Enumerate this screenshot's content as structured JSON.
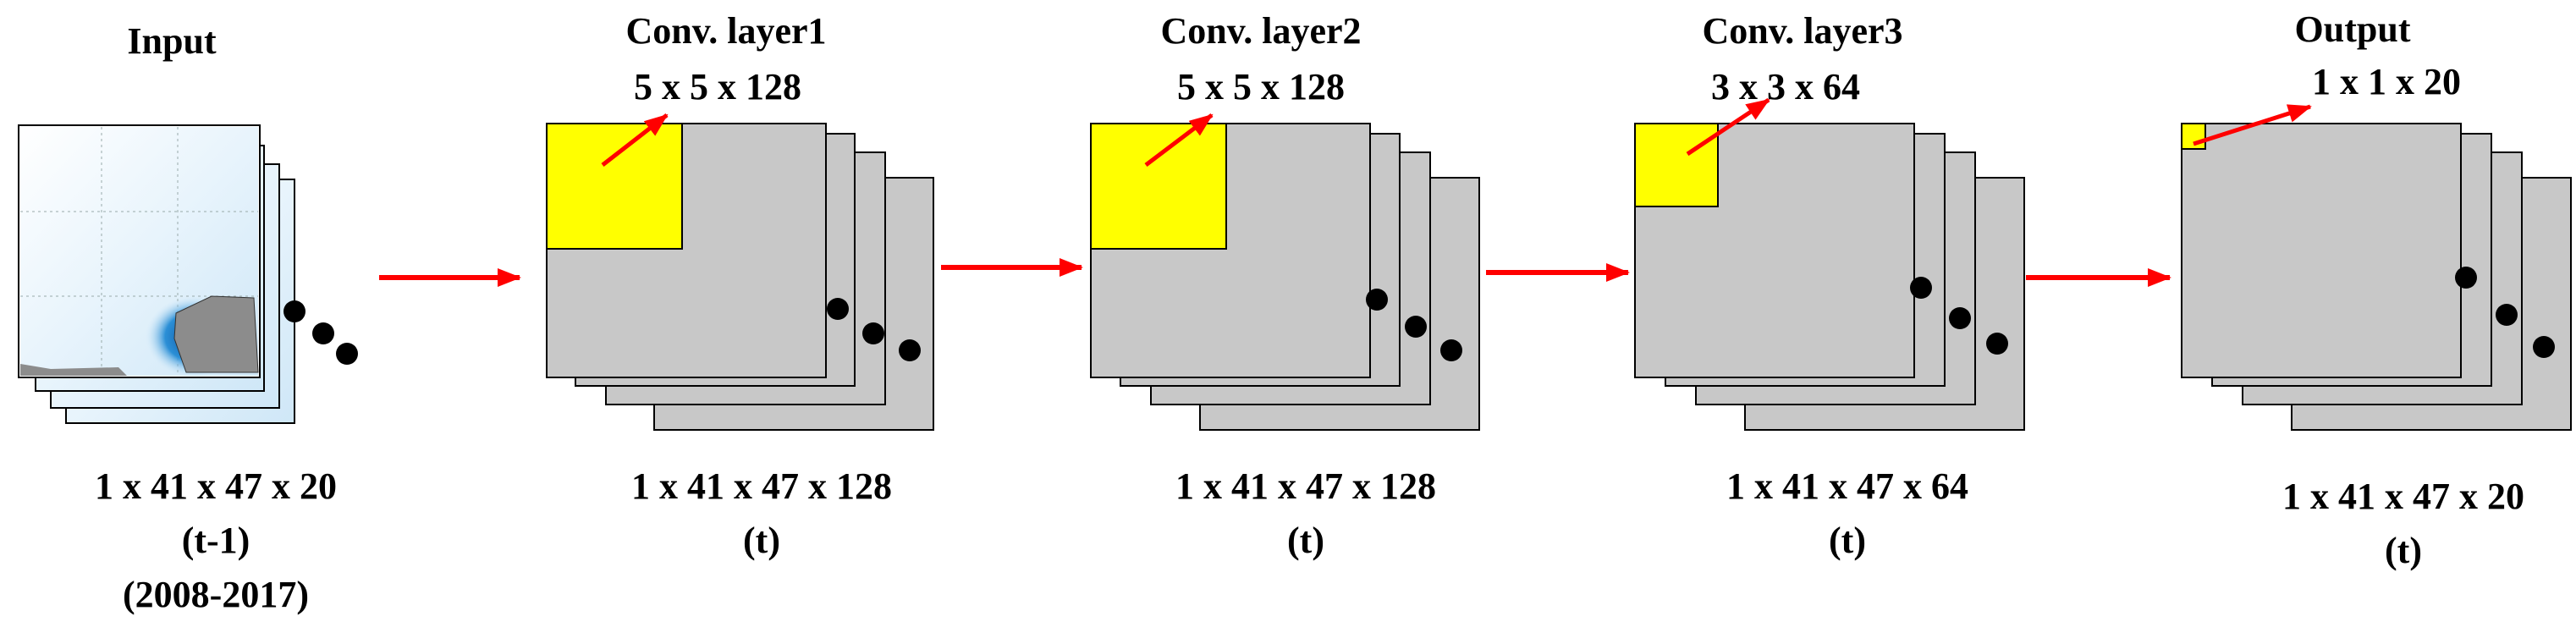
{
  "colors": {
    "layer_fill": "#c8c8c8",
    "kernel_fill": "#ffff00",
    "arrow": "#ff0000",
    "dots": "#000000",
    "ocean_light": "#e3f1fb",
    "ocean_deep": "#0a5cae",
    "land": "#8c8c8c"
  },
  "stages": [
    {
      "title": "Input",
      "kernel": "",
      "dims": "1 x 41 x 47 x 20",
      "time": "(t-1)",
      "extra": "(2008-2017)"
    },
    {
      "title": "Conv. layer1",
      "kernel": "5 x 5 x 128",
      "dims": "1 x 41 x 47 x 128",
      "time": "(t)"
    },
    {
      "title": "Conv. layer2",
      "kernel": "5 x 5 x 128",
      "dims": "1 x 41 x 47 x 128",
      "time": "(t)"
    },
    {
      "title": "Conv. layer3",
      "kernel": "3 x 3 x 64",
      "dims": "1 x 41 x 47 x 64",
      "time": "(t)"
    },
    {
      "title": "Output",
      "kernel": "1 x 1 x 20",
      "dims": "1 x 41 x 47 x 20",
      "time": "(t)"
    }
  ]
}
